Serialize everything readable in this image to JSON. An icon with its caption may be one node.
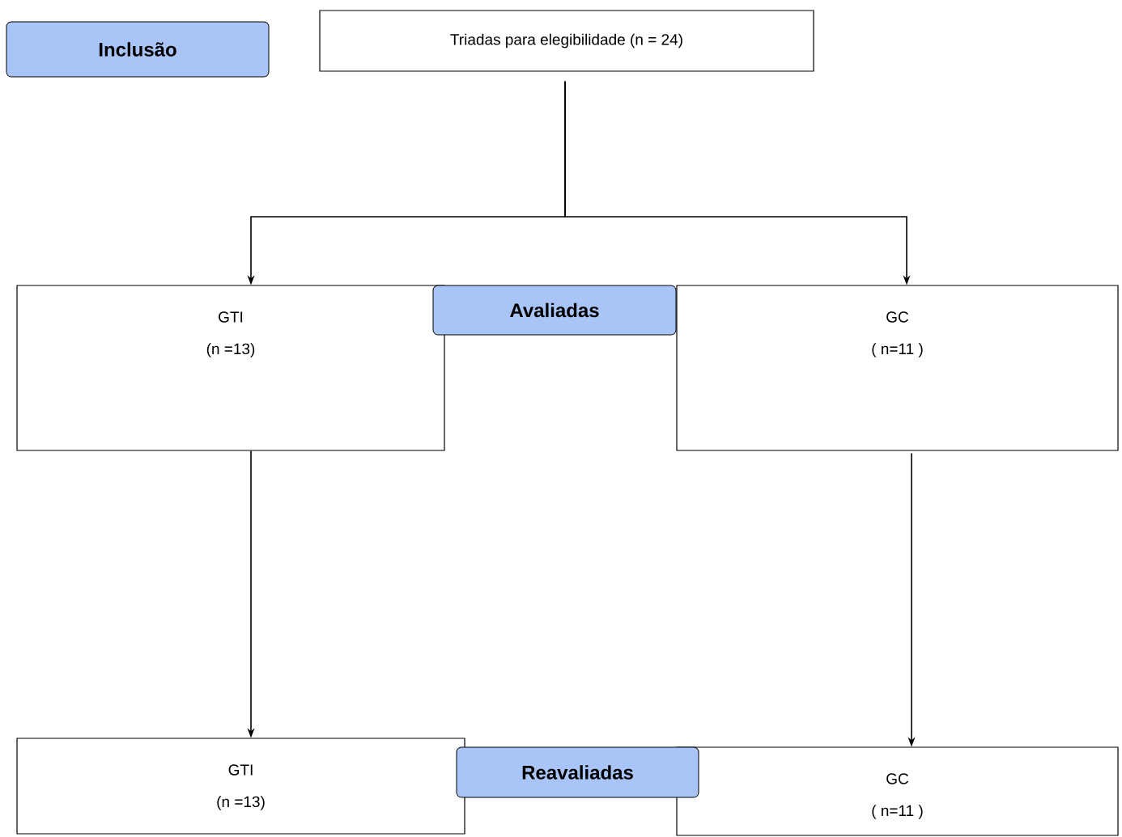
{
  "diagram": {
    "nodes": [
      {
        "text": [
          "Inclusão"
        ]
      },
      {
        "text": [
          "Triadas para elegibilidade (n = 24)"
        ]
      },
      {
        "text": [
          "GTI",
          "(n =13)"
        ]
      },
      {
        "text": [
          "Avaliadas"
        ]
      },
      {
        "text": [
          "GC",
          "( n=11 )"
        ]
      },
      {
        "text": [
          "GTI",
          "(n =13)"
        ]
      },
      {
        "text": [
          "Reavaliadas"
        ]
      },
      {
        "text": [
          "GC",
          "( n=11 )"
        ]
      }
    ],
    "edges": [
      {
        "from": 1,
        "to": 2,
        "arrow": "to"
      },
      {
        "from": 1,
        "to": 4,
        "arrow": "to"
      },
      {
        "from": 2,
        "to": 5,
        "arrow": "to"
      },
      {
        "from": 4,
        "to": 7,
        "arrow": "to"
      }
    ]
  }
}
